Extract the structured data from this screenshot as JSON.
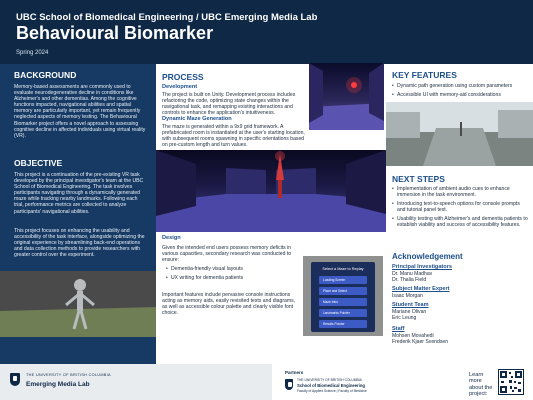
{
  "header": {
    "supertitle": "UBC School of Biomedical Engineering / UBC Emerging Media Lab",
    "title": "Behavioural Biomarker",
    "date": "Spring 2024"
  },
  "background": {
    "heading": "BACKGROUND",
    "body": "Memory-based assessments are commonly used to evaluate neurodegenerative decline in conditions like Alzheimer's and other dementias. Among the cognitive functions impacted, navigational abilities and spatial memory are particularly important, yet remain frequently neglected aspects of memory testing. The Behavioural Biomarker project offers a novel approach to assessing cognitive decline in affected individuals using virtual reality (VR)."
  },
  "objective": {
    "heading": "OBJECTIVE",
    "body1": "This project is a continuation of the pre-existing VR task developed by the principal investigator's team at the UBC School of Biomedical Engineering. The task involves participants navigating through a dynamically generated maze while tracking nearby landmarks. Following each trial, performance metrics are collected to analyze participants' navigational abilities.",
    "body2": "This project focuses on enhancing the usability and accessibility of the task interface, alongside optimizing the original experience by streamlining back-end operations and data collection methods to provide researchers with greater control over the experiment."
  },
  "process": {
    "heading": "PROCESS",
    "development": {
      "title": "Development",
      "body": "The project is built on Unity. Development process includes refactoring the code, optimizing state changes within the navigational task, and remapping existing interactions and controls to enhance the application's intuitiveness."
    },
    "maze": {
      "title": "Dynamic Maze Generation",
      "body": "The maze is generated within a 9x9 grid framework. A prefabricated room is instantiated at the user's starting location, with subsequent rooms spawning in specific orientations based on pre-custom length and turn values."
    },
    "design": {
      "title": "Design",
      "intro": "Given the intended end users possess memory deficits in various capacities, secondary research was conducted to ensure:",
      "bullets": [
        "Dementia-friendly visual layouts",
        "UX writing for dementia patients"
      ],
      "outro": "Important features include pervasive console instructions acting as memory aids, easily revisited texts and diagrams, as well as accessible colour palette and clearly visible font choice."
    }
  },
  "menu_mock": {
    "title": "Select a Maze to Replay",
    "items": [
      "Loading Screen",
      "Place and Select",
      "Maze Intro",
      "Landmarks Pointer",
      "Results Pointer"
    ]
  },
  "key_features": {
    "heading": "KEY FEATURES",
    "bullets": [
      "Dynamic path generation using custom parameters",
      "Accessible UI with memory-aid considerations"
    ]
  },
  "next_steps": {
    "heading": "NEXT STEPS",
    "bullets": [
      "Implementation of ambient audio cues to enhance immersion in the task environment.",
      "Introducing text-to-speech options for console prompts and tutorial panel text.",
      "Usability testing with Alzheimer's and dementia patients to establish viability and success of accessibility features."
    ]
  },
  "acknowledgement": {
    "heading": "Acknowledgement",
    "principal": {
      "title": "Principal Investigators",
      "names": [
        "Dr. Manu Madhav",
        "Dr. Thalia Field"
      ]
    },
    "sme": {
      "title": "Subject Matter Expert",
      "names": [
        "Isaac Morgan"
      ]
    },
    "student": {
      "title": "Student Team",
      "names": [
        "Mariane Olivan",
        "Eric Leung"
      ]
    },
    "staff": {
      "title": "Staff",
      "names": [
        "Mohsen Movahedi",
        "Frederik Kjaer Svendsen"
      ]
    }
  },
  "footer": {
    "university": "THE UNIVERSITY OF BRITISH COLUMBIA",
    "unit": "Emerging Media Lab",
    "partners_label": "Partners",
    "partner_university": "THE UNIVERSITY OF BRITISH COLUMBIA",
    "partner_school": "School of Biomedical Engineering",
    "partner_faculty": "Faculty of Applied Science | Faculty of Medicine",
    "learn_more": "Learn more about the project:"
  },
  "colors": {
    "navy": "#0e2846",
    "panel_blue": "#163a63",
    "heading_blue": "#1d4f8a"
  }
}
